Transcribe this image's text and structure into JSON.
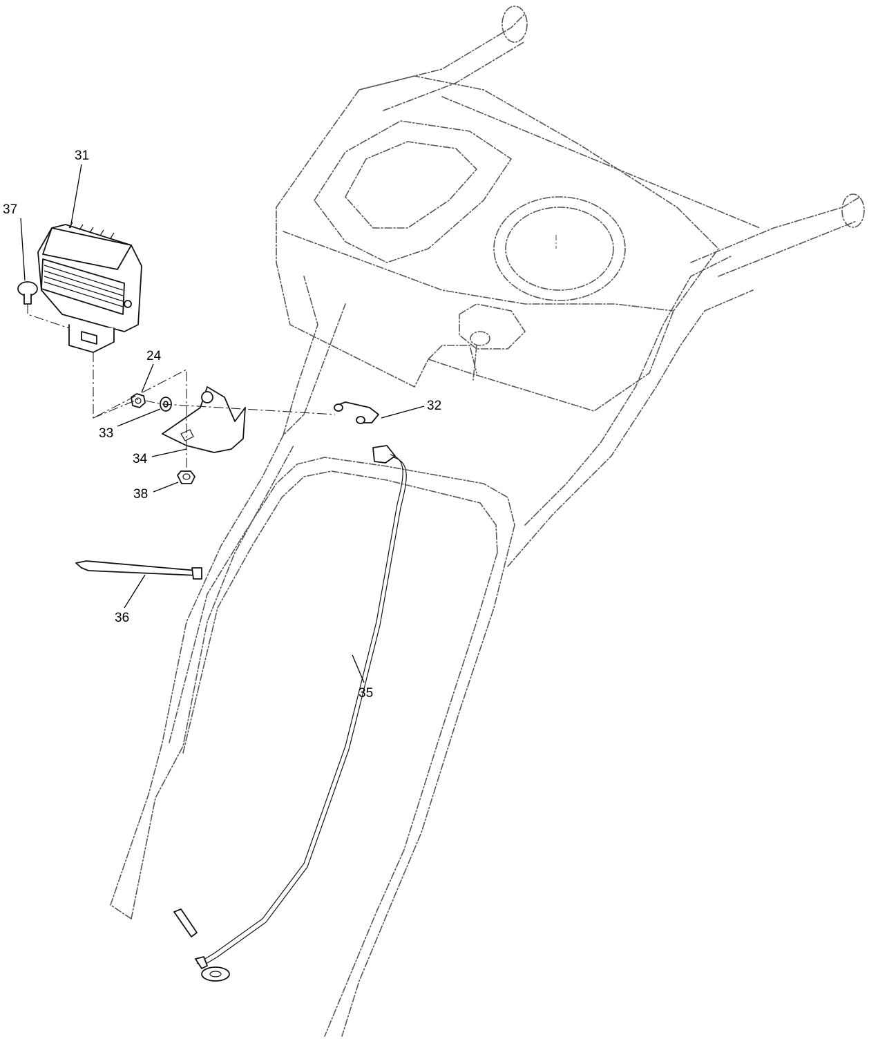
{
  "callouts": [
    {
      "id": "c31",
      "label": "31"
    },
    {
      "id": "c37",
      "label": "37"
    },
    {
      "id": "c24",
      "label": "24"
    },
    {
      "id": "c33",
      "label": "33"
    },
    {
      "id": "c32",
      "label": "32"
    },
    {
      "id": "c34",
      "label": "34"
    },
    {
      "id": "c38",
      "label": "38"
    },
    {
      "id": "c36",
      "label": "36"
    },
    {
      "id": "c35",
      "label": "35"
    }
  ]
}
